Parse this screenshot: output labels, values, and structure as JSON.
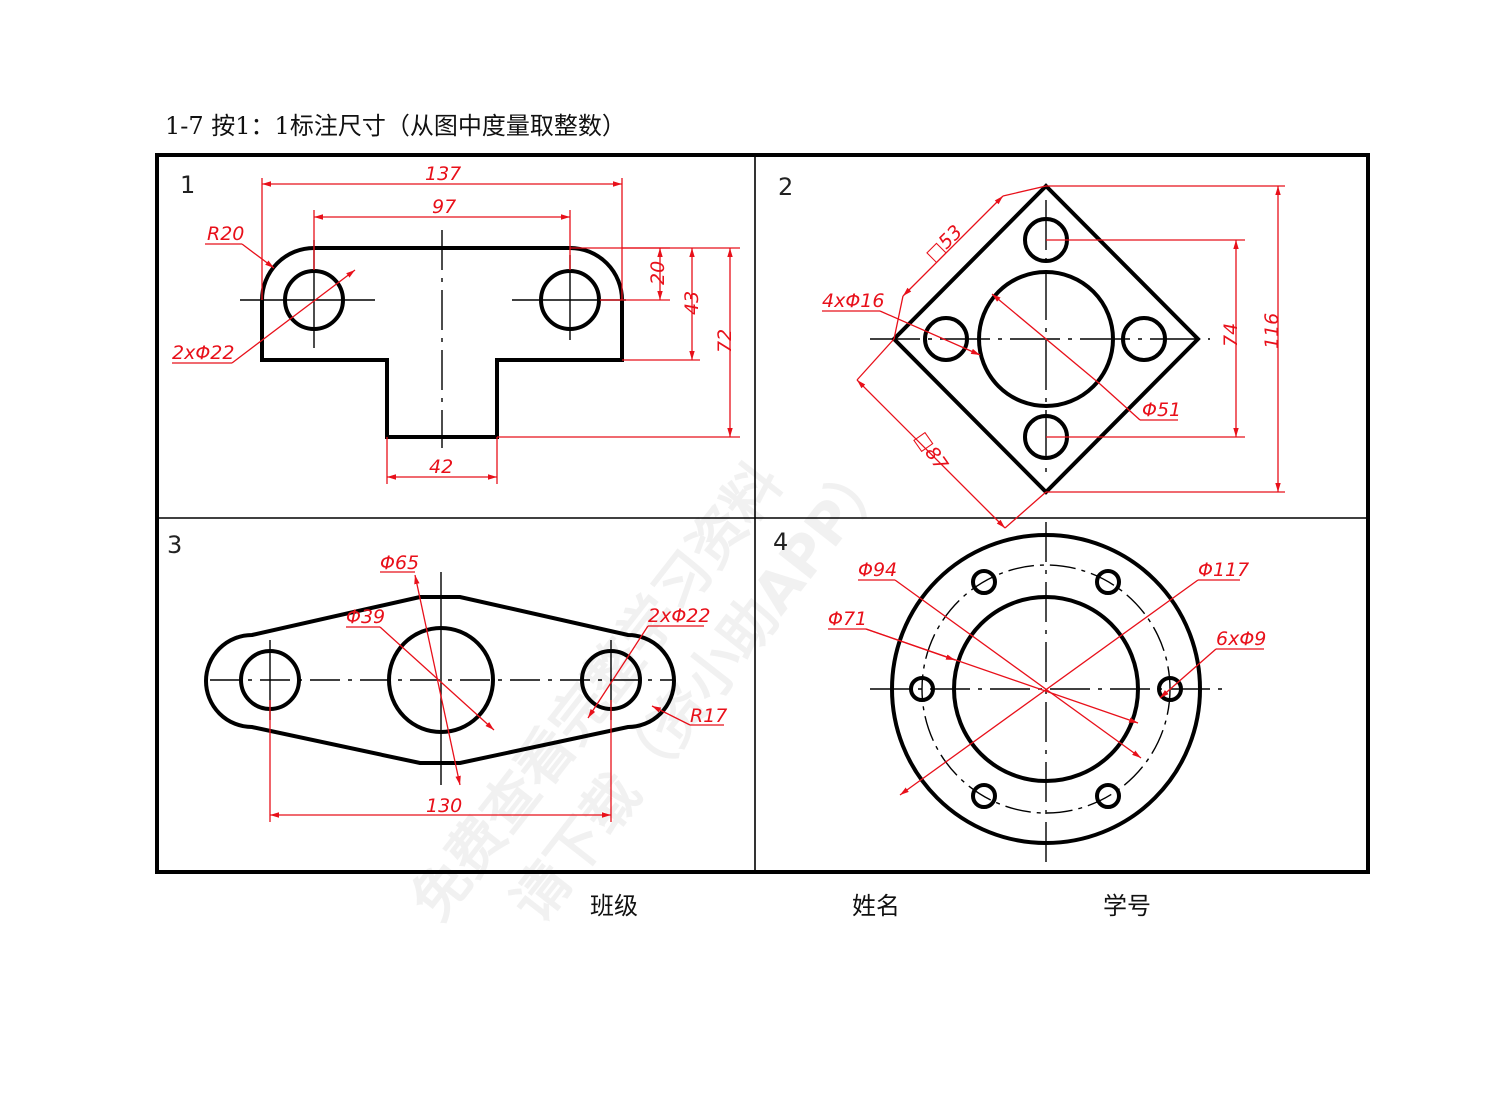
{
  "title": "1-7 按1：1标注尺寸（从图中度量取整数）",
  "panels": [
    {
      "number": "1",
      "dims": {
        "d137": "137",
        "d97": "97",
        "r20": "R20",
        "holes": "2xΦ22",
        "d20": "20",
        "d43": "43",
        "d72": "72",
        "d42": "42"
      }
    },
    {
      "number": "2",
      "dims": {
        "sq53": "□53",
        "holes": "4xΦ16",
        "d51": "Φ51",
        "sq87": "□87",
        "d74": "74",
        "d116": "116"
      }
    },
    {
      "number": "3",
      "dims": {
        "d65": "Φ65",
        "d39": "Φ39",
        "holes": "2xΦ22",
        "r17": "R17",
        "d130": "130"
      }
    },
    {
      "number": "4",
      "dims": {
        "d94": "Φ94",
        "d71": "Φ71",
        "d117": "Φ117",
        "holes": "6xΦ9"
      }
    }
  ],
  "footer": {
    "class_label": "班级",
    "name_label": "姓名",
    "id_label": "学号"
  },
  "watermark": {
    "line1": "免费查看完整学习资料",
    "line2": "请下载（资小助APP）"
  },
  "colors": {
    "ink": "#000000",
    "dimension": "#e8101a"
  }
}
